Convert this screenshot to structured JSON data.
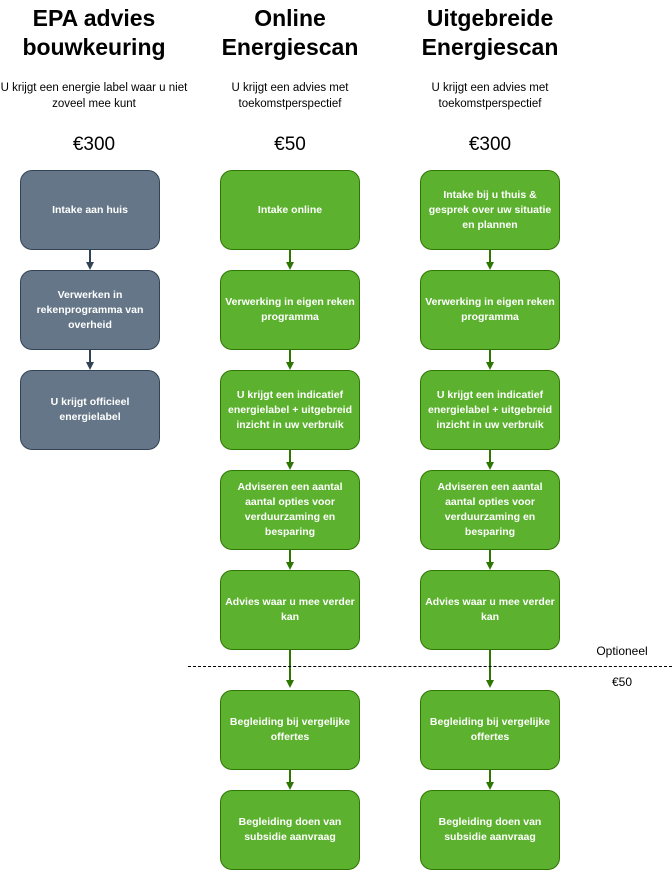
{
  "divider": {
    "label": "Optioneel",
    "price": "€50"
  },
  "columns": [
    {
      "title": "EPA advies bouwkeuring",
      "subtitle": "U krijgt een energie label waar u niet zoveel mee kunt",
      "price": "€300",
      "theme": {
        "fill": "#647687",
        "stroke": "#314354",
        "arrow": "#314354",
        "text": "#ffffff"
      },
      "steps": [
        "Intake aan huis",
        "Verwerken in rekenprogramma van overheid",
        "U krijgt officieel energielabel"
      ]
    },
    {
      "title": "Online Energiescan",
      "subtitle": "U krijgt een advies met toekomstperspectief",
      "price": "€50",
      "theme": {
        "fill": "#5CB22E",
        "stroke": "#2D7600",
        "arrow": "#2D7600",
        "text": "#ffffff"
      },
      "steps": [
        "Intake online",
        "Verwerking in eigen reken programma",
        "U krijgt een indicatief energielabel + uitgebreid inzicht in uw verbruik",
        "Adviseren een aantal aantal opties voor verduurzaming en besparing",
        "Advies waar u mee verder kan",
        "Begleiding bij vergelijke offertes",
        "Begleiding doen van subsidie aanvraag"
      ]
    },
    {
      "title": "Uitgebreide Energiescan",
      "subtitle": "U krijgt een advies met toekomstperspectief",
      "price": "€300",
      "theme": {
        "fill": "#5CB22E",
        "stroke": "#2D7600",
        "arrow": "#2D7600",
        "text": "#ffffff"
      },
      "steps": [
        "Intake bij u thuis & gesprek over uw situatie en plannen",
        "Verwerking in eigen reken programma",
        "U krijgt een indicatief energielabel + uitgebreid inzicht in uw verbruik",
        "Adviseren een aantal aantal opties voor verduurzaming en besparing",
        "Advies waar u mee verder kan",
        "Begleiding bij vergelijke offertes",
        "Begleiding doen van subsidie aanvraag"
      ]
    }
  ]
}
